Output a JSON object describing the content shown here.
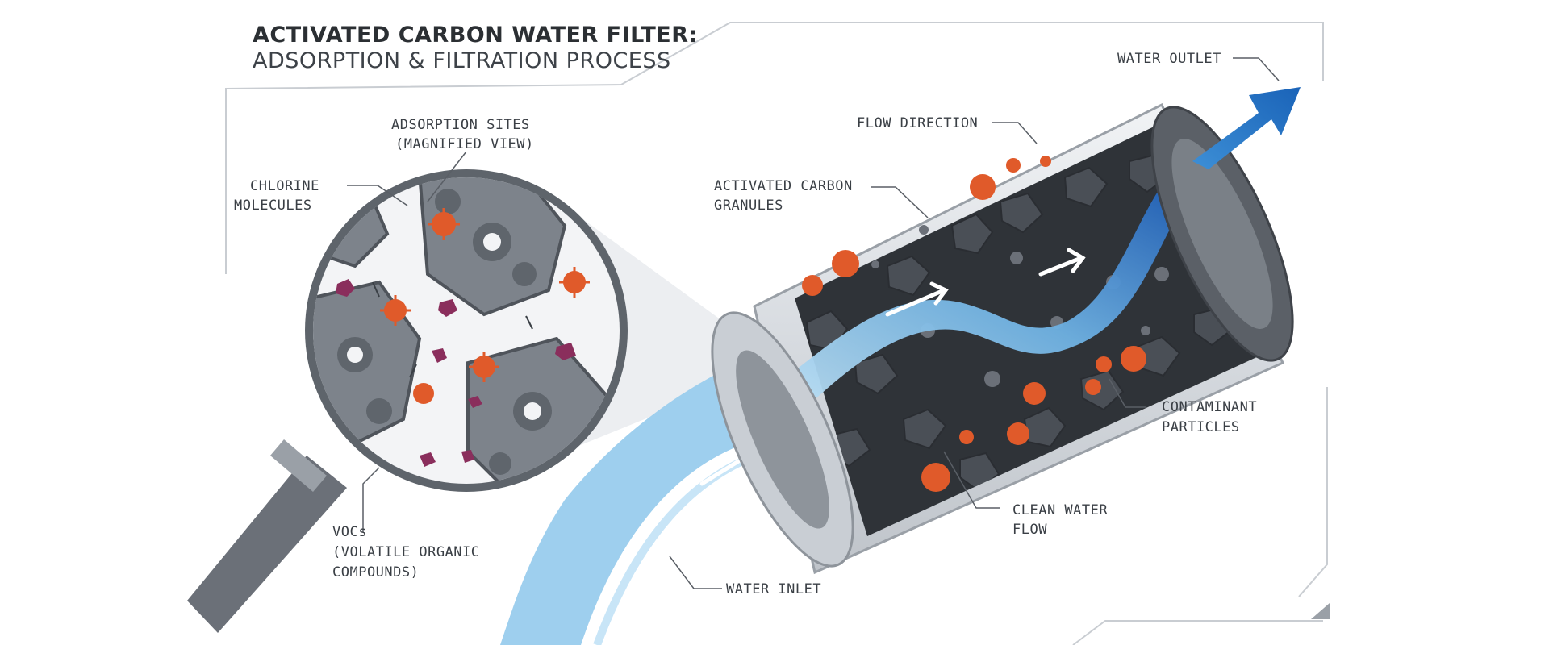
{
  "title": {
    "line1": "ACTIVATED CARBON WATER FILTER:",
    "line2": "ADSORPTION & FILTRATION PROCESS"
  },
  "labels": {
    "water_outlet": "WATER OUTLET",
    "flow_direction": "FLOW DIRECTION",
    "activated_carbon_1": "ACTIVATED CARBON",
    "activated_carbon_2": "GRANULES",
    "adsorption_sites_1": "ADSORPTION SITES",
    "adsorption_sites_2": "(MAGNIFIED VIEW)",
    "chlorine_1": "CHLORINE",
    "chlorine_2": "MOLECULES",
    "contaminant_1": "CONTAMINANT",
    "contaminant_2": "PARTICLES",
    "clean_water_1": "CLEAN WATER",
    "clean_water_2": "FLOW",
    "vocs_1": "VOCs",
    "vocs_2": "(VOLATILE ORGANIC",
    "vocs_3": "COMPOUNDS)",
    "water_inlet": "WATER INLET"
  },
  "colors": {
    "water_light": "#a9d4ee",
    "water_dark": "#1f5fb8",
    "carbon": "#3f4349",
    "chlorine": "#e05a2a",
    "voc": "#8a2e5c",
    "housing": "#dfe2e6"
  }
}
